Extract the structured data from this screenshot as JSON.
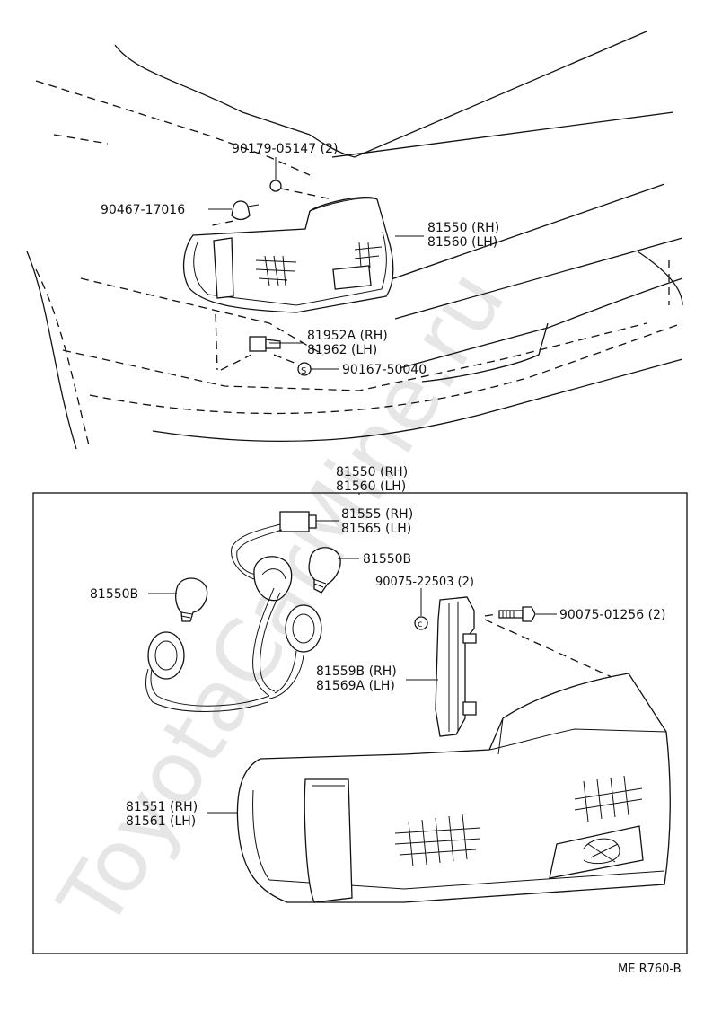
{
  "watermark": "ToyotaCarMine.ru",
  "parts": {
    "bolt_top": "90179-05147 (2)",
    "clip_top": "90467-17016",
    "lamp_top_rh": "81550 (RH)",
    "lamp_top_lh": "81560 (LH)",
    "bracket_rh": "81952A (RH)",
    "bracket_lh": "81962 (LH)",
    "screw": "90167-50040",
    "assy_rh": "81550 (RH)",
    "assy_lh": "81560 (LH)",
    "socket_rh": "81555 (RH)",
    "socket_lh": "81565 (LH)",
    "bulb_right": "81550B",
    "bulb_left": "81550B",
    "nut": "90075-22503 (2)",
    "bolt_right": "90075-01256 (2)",
    "housing_rh": "81559B (RH)",
    "housing_lh": "81569A (LH)",
    "lens_rh": "81551 (RH)",
    "lens_lh": "81561 (LH)"
  },
  "symbols": {
    "nut_letter": "c",
    "screw_letter": "S"
  },
  "diagram_code": "ME R760-B"
}
